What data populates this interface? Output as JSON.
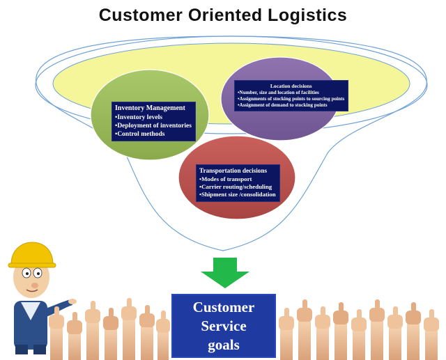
{
  "title": "Customer Oriented Logistics",
  "inventory": {
    "heading": "Inventory Management",
    "items": [
      "•Inventory levels",
      "•Deployment of inventories",
      "•Control methods"
    ]
  },
  "location": {
    "heading": "Location decisions",
    "items": [
      "•Number, size and location of facilities",
      "•Assignments of stocking points to sourcing points",
      "•Assignment of demand to stocking points"
    ]
  },
  "transportation": {
    "heading": "Transportation decisions",
    "items": [
      "•Modes of transport",
      "•Carrier routing/scheduling",
      "•Shipment size /consolidation"
    ]
  },
  "goals": {
    "lines": [
      "Customer",
      "Service",
      "goals"
    ]
  },
  "colors": {
    "funnel_inner": "#f5f59a",
    "inventory_circle": "#9bbb59",
    "location_circle": "#8064a2",
    "transportation_circle": "#c0504d",
    "arrow": "#22b84a",
    "text_box": "#0c1560",
    "goals_box": "#1f3aa0"
  }
}
